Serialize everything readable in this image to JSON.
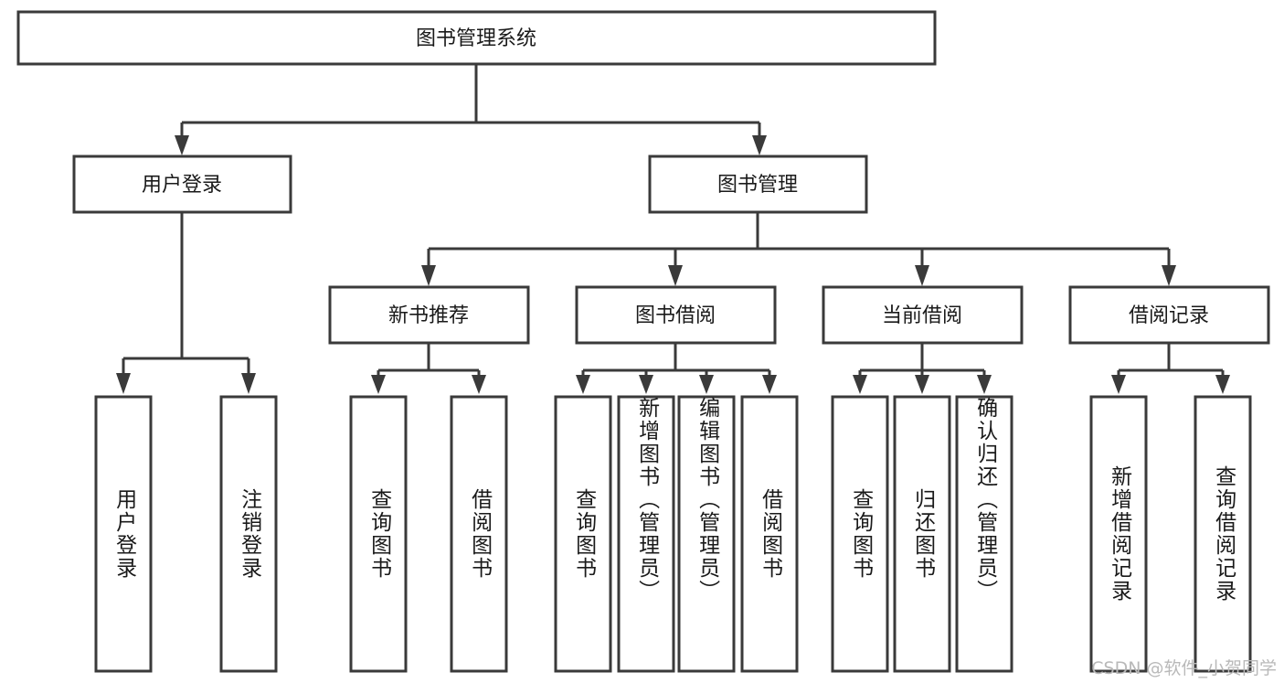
{
  "diagram": {
    "type": "tree",
    "title": "图书管理系统",
    "orientation": "top-down",
    "colors": {
      "box_fill": "#ffffff",
      "box_stroke": "#3a3a3a",
      "text": "#1a1a1a",
      "watermark": "#b9b9b9"
    },
    "root": {
      "label": "图书管理系统"
    },
    "level2": [
      {
        "label": "用户登录"
      },
      {
        "label": "图书管理"
      }
    ],
    "level3": [
      {
        "label": "新书推荐"
      },
      {
        "label": "图书借阅"
      },
      {
        "label": "当前借阅"
      },
      {
        "label": "借阅记录"
      }
    ],
    "leaves": {
      "user_login": [
        {
          "label": "用户登录"
        },
        {
          "label": "注销登录"
        }
      ],
      "new_book_recommend": [
        {
          "label": "查询图书"
        },
        {
          "label": "借阅图书"
        }
      ],
      "book_borrow": [
        {
          "label": "查询图书"
        },
        {
          "label": "新增图书（管理员）"
        },
        {
          "label": "编辑图书（管理员）"
        },
        {
          "label": "借阅图书"
        }
      ],
      "current_borrow": [
        {
          "label": "查询图书"
        },
        {
          "label": "归还图书"
        },
        {
          "label": "确认归还（管理员）"
        }
      ],
      "borrow_record": [
        {
          "label": "新增借阅记录"
        },
        {
          "label": "查询借阅记录"
        }
      ]
    }
  },
  "watermark": {
    "text": "CSDN @软件_小贺同学"
  }
}
